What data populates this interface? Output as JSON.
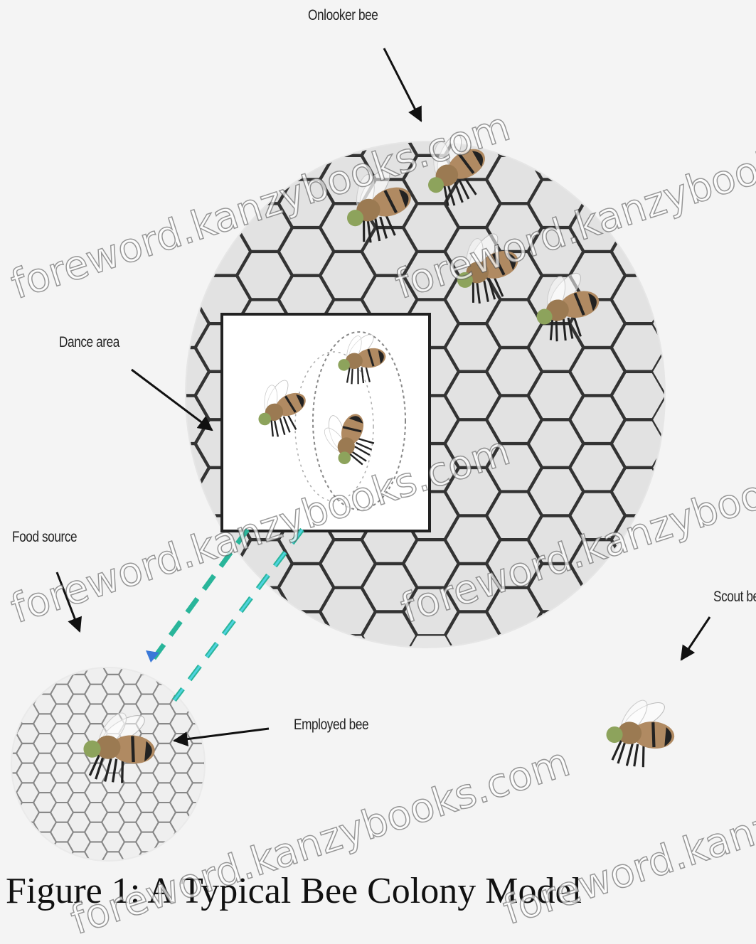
{
  "labels": {
    "onlooker": "Onlooker bee",
    "dance": "Dance area",
    "food": "Food source",
    "scout": "Scout bee",
    "employed": "Employed bee"
  },
  "caption": "Figure 1: A Typical Bee Colony Model",
  "watermark": "foreword.kanzybooks.com",
  "colors": {
    "comb_fill": "#e2e2e2",
    "comb_stroke": "#333333",
    "dash_teal": "#29b59a",
    "dash_cyan": "#4fd3e0",
    "bee_body": "#b08a62",
    "bee_dark": "#222222",
    "bee_head": "#8da35c"
  }
}
